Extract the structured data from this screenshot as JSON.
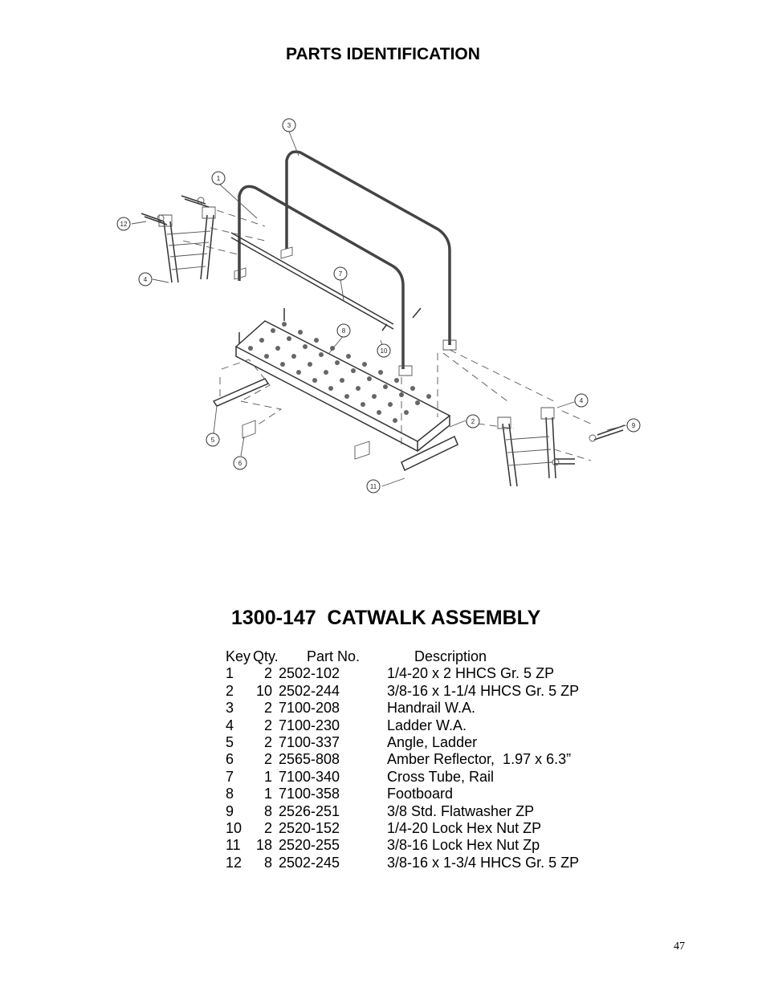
{
  "header": {
    "title": "PARTS IDENTIFICATION"
  },
  "diagram": {
    "callouts": [
      "1",
      "2",
      "3",
      "4",
      "4",
      "5",
      "6",
      "7",
      "8",
      "9",
      "10",
      "11",
      "12"
    ]
  },
  "assembly": {
    "title": "1300-147  CATWALK ASSEMBLY"
  },
  "parts_table": {
    "headers": {
      "key": "Key",
      "qty": "Qty.",
      "part": "Part No.",
      "desc": "Description"
    },
    "rows": [
      {
        "key": "1",
        "qty": "2",
        "part": "2502-102",
        "desc": "1/4-20 x 2 HHCS Gr. 5 ZP"
      },
      {
        "key": "2",
        "qty": "10",
        "part": "2502-244",
        "desc": "3/8-16 x 1-1/4 HHCS Gr. 5 ZP"
      },
      {
        "key": "3",
        "qty": "2",
        "part": "7100-208",
        "desc": "Handrail W.A."
      },
      {
        "key": "4",
        "qty": "2",
        "part": "7100-230",
        "desc": "Ladder W.A."
      },
      {
        "key": "5",
        "qty": "2",
        "part": "7100-337",
        "desc": "Angle, Ladder"
      },
      {
        "key": "6",
        "qty": "2",
        "part": "2565-808",
        "desc": "Amber Reflector,  1.97 x 6.3”"
      },
      {
        "key": "7",
        "qty": "1",
        "part": "7100-340",
        "desc": "Cross Tube, Rail"
      },
      {
        "key": "8",
        "qty": "1",
        "part": "7100-358",
        "desc": "Footboard"
      },
      {
        "key": "9",
        "qty": "8",
        "part": "2526-251",
        "desc": "3/8 Std. Flatwasher ZP"
      },
      {
        "key": "10",
        "qty": "2",
        "part": "2520-152",
        "desc": "1/4-20 Lock Hex Nut ZP"
      },
      {
        "key": "11",
        "qty": "18",
        "part": "2520-255",
        "desc": "3/8-16 Lock Hex Nut Zp"
      },
      {
        "key": "12",
        "qty": "8",
        "part": "2502-245",
        "desc": "3/8-16 x 1-3/4 HHCS Gr. 5 ZP"
      }
    ]
  },
  "footer": {
    "page_number": "47"
  }
}
